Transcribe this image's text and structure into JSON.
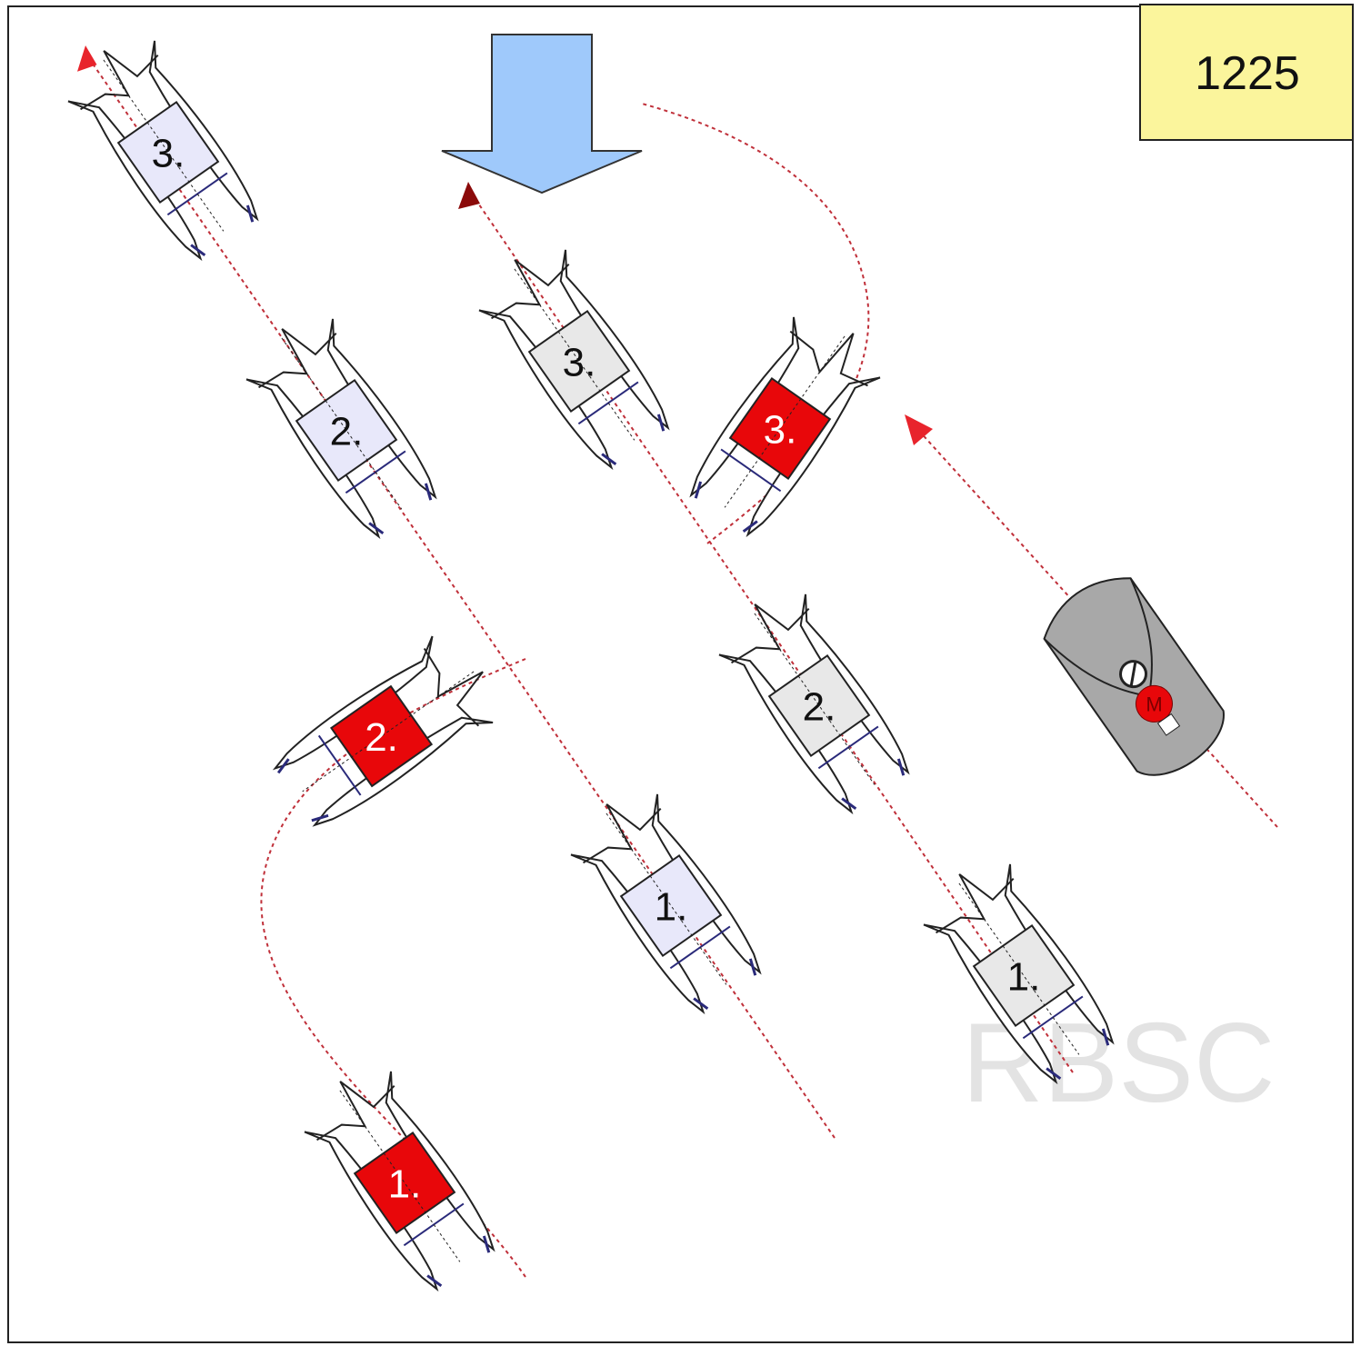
{
  "case_number": "1225",
  "watermark": "RBSC",
  "colors": {
    "background": "#ffffff",
    "case_box_fill": "#fbf59c",
    "wind_arrow_fill": "#9fc9fb",
    "red_boat_fill": "#e8070a",
    "light_blue_boat_fill": "#e8e8fa",
    "grey_boat_fill": "#e8e8e8",
    "track_line": "#c0303a",
    "motorboat_fill": "#a8a8a8",
    "watermark": "#e3e3e3"
  },
  "icons": {
    "wind": "wind-direction-arrow",
    "catamaran": "catamaran-icon",
    "motorboat": "motorboat-icon"
  },
  "boats": {
    "red": {
      "color": "red",
      "positions": [
        "1.",
        "2.",
        "3."
      ]
    },
    "light_blue": {
      "color": "light-blue",
      "positions": [
        "1.",
        "2.",
        "3."
      ]
    },
    "grey": {
      "color": "grey",
      "positions": [
        "1.",
        "2.",
        "3."
      ]
    }
  },
  "motorboat": {
    "engine_badge": "M"
  }
}
